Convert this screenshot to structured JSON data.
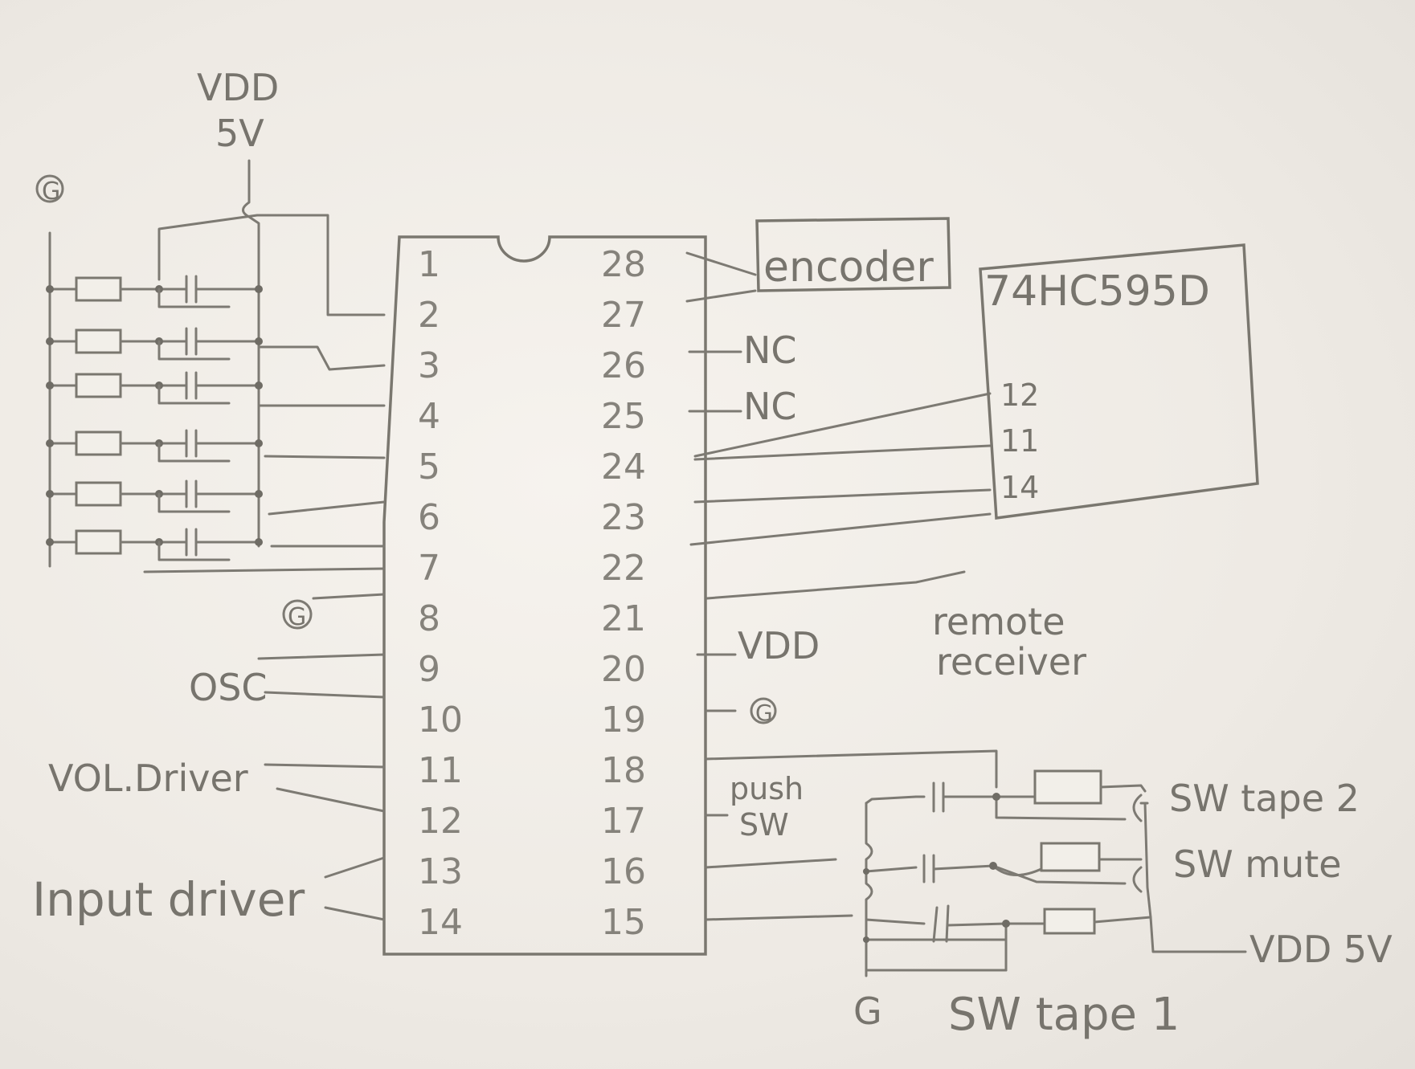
{
  "ic_pins_left": [
    "1",
    "2",
    "3",
    "4",
    "5",
    "6",
    "7",
    "8",
    "9",
    "10",
    "11",
    "12",
    "13",
    "14"
  ],
  "ic_pins_right": [
    "28",
    "27",
    "26",
    "25",
    "24",
    "23",
    "22",
    "21",
    "20",
    "19",
    "18",
    "17",
    "16",
    "15"
  ],
  "labels": {
    "vdd_top": "VDD",
    "v5_top": "5V",
    "ground_left": "G",
    "ground_pin8": "G",
    "osc": "OSC",
    "vol_driver": "VOL.Driver",
    "input_driver": "Input driver",
    "encoder": "encoder",
    "nc1": "NC",
    "nc2": "NC",
    "shift_register": "74HC595D",
    "sr_pin12": "12",
    "sr_pin11": "11",
    "sr_pin14": "14",
    "remote1": "remote",
    "remote2": "receiver",
    "vdd_pin20": "VDD",
    "ground_pin19": "G",
    "push1": "push",
    "push2": "SW",
    "sw_tape2": "SW tape 2",
    "sw_mute": "SW mute",
    "vdd_5v": "VDD 5V",
    "ground_bottom": "G",
    "sw_tape1": "SW tape 1"
  }
}
